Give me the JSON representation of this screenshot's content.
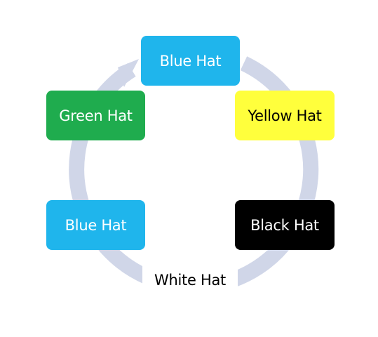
{
  "diagram": {
    "nodes": [
      {
        "id": "blue-top",
        "label": "Blue Hat",
        "fill": "#1fb5ec",
        "text_color": "#ffffff"
      },
      {
        "id": "green",
        "label": "Green Hat",
        "fill": "#1fac4e",
        "text_color": "#ffffff"
      },
      {
        "id": "yellow",
        "label": "Yellow Hat",
        "fill": "#ffff3c",
        "text_color": "#000000"
      },
      {
        "id": "blue-bottom",
        "label": "Blue Hat",
        "fill": "#1fb5ec",
        "text_color": "#ffffff"
      },
      {
        "id": "black",
        "label": "Black Hat",
        "fill": "#000000",
        "text_color": "#ffffff"
      },
      {
        "id": "white",
        "label": "White Hat",
        "fill": "#ffffff",
        "text_color": "#000000"
      }
    ],
    "cycle_color": "#d0d6e8"
  }
}
